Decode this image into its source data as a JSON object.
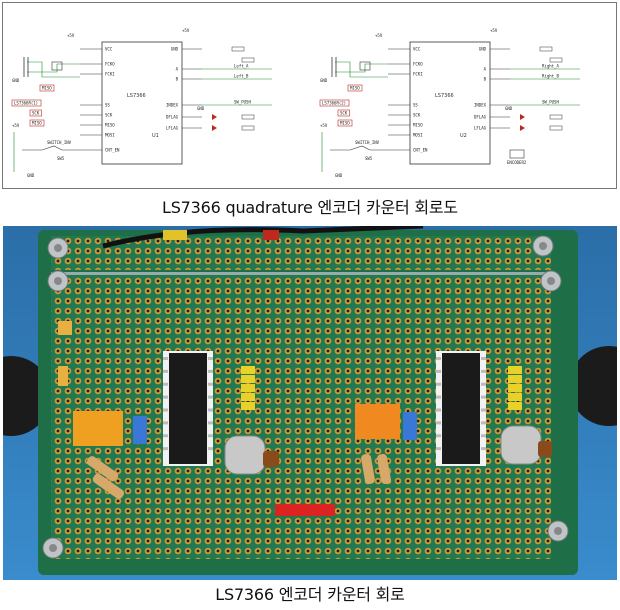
{
  "captions": {
    "schematic": "LS7366 quadrature 엔코더 카운터 회로도",
    "board": "LS7366 엔코더 카운터 회로"
  },
  "schematic": {
    "left": {
      "chip_name": "LS7366",
      "ref": "U1",
      "pins_left": [
        "VCC",
        "FCKO",
        "FCKI",
        "SS",
        "SCK",
        "MISO",
        "MOSI",
        "CNT_EN"
      ],
      "pins_right": [
        "GND",
        "A",
        "B",
        "INDEX",
        "DFLAG",
        "LFLAG"
      ],
      "tags": [
        "MISO",
        "LS7366R(1)",
        "SCK",
        "MISO"
      ],
      "nets": [
        "Left_A",
        "Left_B",
        "SW_PUSH"
      ],
      "switch": "SWITCH_INV",
      "sw_ref": "SW5",
      "power": [
        "+5V",
        "+5V",
        "+5V",
        "GND",
        "GND",
        "GND"
      ]
    },
    "right": {
      "chip_name": "LS7366",
      "ref": "U2",
      "pins_left": [
        "VCC",
        "FCKO",
        "FCKI",
        "SS",
        "SCK",
        "MISO",
        "MOSI",
        "CNT_EN"
      ],
      "pins_right": [
        "GND",
        "A",
        "B",
        "INDEX",
        "DFLAG",
        "LFLAG"
      ],
      "tags": [
        "MISO",
        "LS7366R(2)",
        "SCK",
        "MISO"
      ],
      "nets": [
        "Right_A",
        "Right_B",
        "SW_PUSH"
      ],
      "switch": "SWITCH_INV",
      "sw_ref": "SW5",
      "connector": "ENCODER2",
      "power": [
        "+5V",
        "+5V",
        "+5V",
        "GND",
        "GND",
        "GND"
      ]
    }
  },
  "colors": {
    "board_green": "#1f7a4f",
    "blue_bg": "#2f7fbf",
    "wire_green": "#1a8a2a",
    "wire_dark": "#2a2a2a",
    "chip_outline": "#333333",
    "tag_red": "#c0281e"
  }
}
